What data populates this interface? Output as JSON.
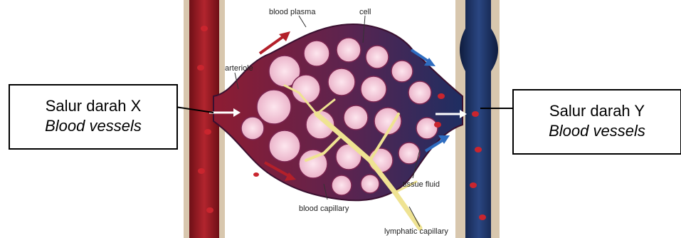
{
  "labels": {
    "blood_plasma": "blood plasma",
    "cell": "cell",
    "arteriole": "arteriole",
    "tissue_fluid": "tissue fluid",
    "blood_capillary": "blood capillary",
    "lymphatic_capillary": "lymphatic capillary"
  },
  "callouts": {
    "x": {
      "line1": "Salur darah X",
      "line2": "Blood vessels"
    },
    "y": {
      "line1": "Salur darah Y",
      "line2": "Blood vessels"
    }
  },
  "colors": {
    "artery": "#9e1a22",
    "vein": "#1c2f5e",
    "tissue": "#c5d6a0",
    "lymph": "#f0e596",
    "cell_fill": "#f3c7d8",
    "arrow_red": "#b3202a",
    "arrow_blue": "#2e6cc0"
  }
}
